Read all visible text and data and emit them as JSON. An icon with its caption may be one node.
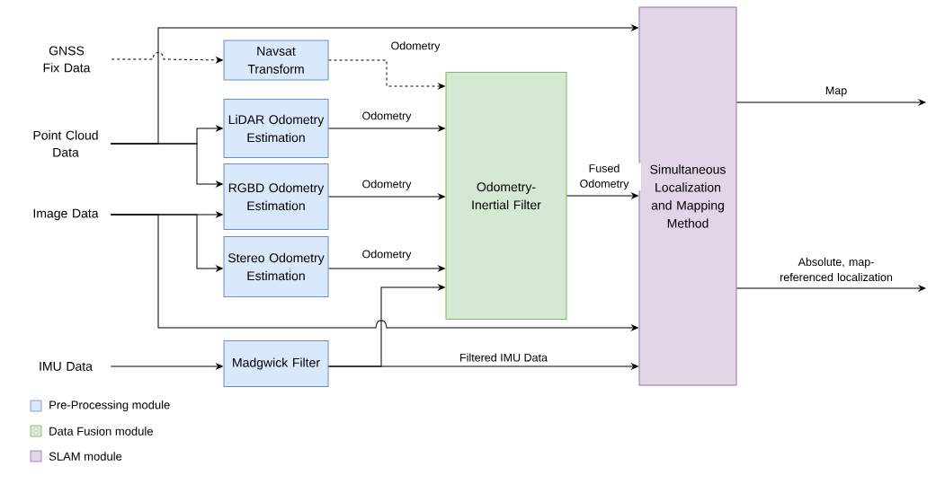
{
  "diagram": {
    "nodes": [
      {
        "text": [
          "GNSS Fix Data"
        ]
      },
      {
        "text": [
          "Point Cloud Data"
        ]
      },
      {
        "text": [
          "Image Data"
        ]
      },
      {
        "text": [
          "IMU Data"
        ]
      },
      {
        "text": [
          "Navsat Transform"
        ]
      },
      {
        "text": [
          "LiDAR Odometry Estimation"
        ]
      },
      {
        "text": [
          "RGBD Odometry Estimation"
        ]
      },
      {
        "text": [
          "Stereo Odometry Estimation"
        ]
      },
      {
        "text": [
          "Madgwick Filter"
        ]
      },
      {
        "text": [
          "Odometry-Inertial Filter"
        ]
      },
      {
        "text": [
          "Simultaneous Localization and Mapping Method"
        ]
      }
    ],
    "edges": [
      {
        "from": 0,
        "to": 4,
        "arrow": "to",
        "style": "dashed"
      },
      {
        "from": 4,
        "to": 9,
        "arrow": "to",
        "style": "dashed",
        "label": "Odometry"
      },
      {
        "from": 1,
        "to": 10,
        "arrow": "to"
      },
      {
        "from": 1,
        "to": 5,
        "arrow": "to"
      },
      {
        "from": 1,
        "to": 6,
        "arrow": "to"
      },
      {
        "from": 2,
        "to": 6,
        "arrow": "to"
      },
      {
        "from": 2,
        "to": 7,
        "arrow": "to"
      },
      {
        "from": 2,
        "to": 10,
        "arrow": "to"
      },
      {
        "from": 5,
        "to": 9,
        "arrow": "to",
        "label": "Odometry"
      },
      {
        "from": 6,
        "to": 9,
        "arrow": "to",
        "label": "Odometry"
      },
      {
        "from": 7,
        "to": 9,
        "arrow": "to",
        "label": "Odometry"
      },
      {
        "from": 3,
        "to": 8,
        "arrow": "to"
      },
      {
        "from": 8,
        "to": 9,
        "arrow": "to"
      },
      {
        "from": 8,
        "to": 10,
        "arrow": "to",
        "label": "Filtered IMU Data"
      },
      {
        "from": 9,
        "to": 10,
        "arrow": "to",
        "label": "Fused Odometry"
      },
      {
        "from": 10,
        "to": null,
        "arrow": "to",
        "label": "Map"
      },
      {
        "from": 10,
        "to": null,
        "arrow": "to",
        "label": "Absolute, map-referenced localization"
      }
    ],
    "legend": [
      {
        "text": "Pre-Processing module",
        "color": "#dae8fc"
      },
      {
        "text": "Data Fusion module",
        "color": "#d5e8d4"
      },
      {
        "text": "SLAM module",
        "color": "#e1d5e7"
      }
    ]
  }
}
